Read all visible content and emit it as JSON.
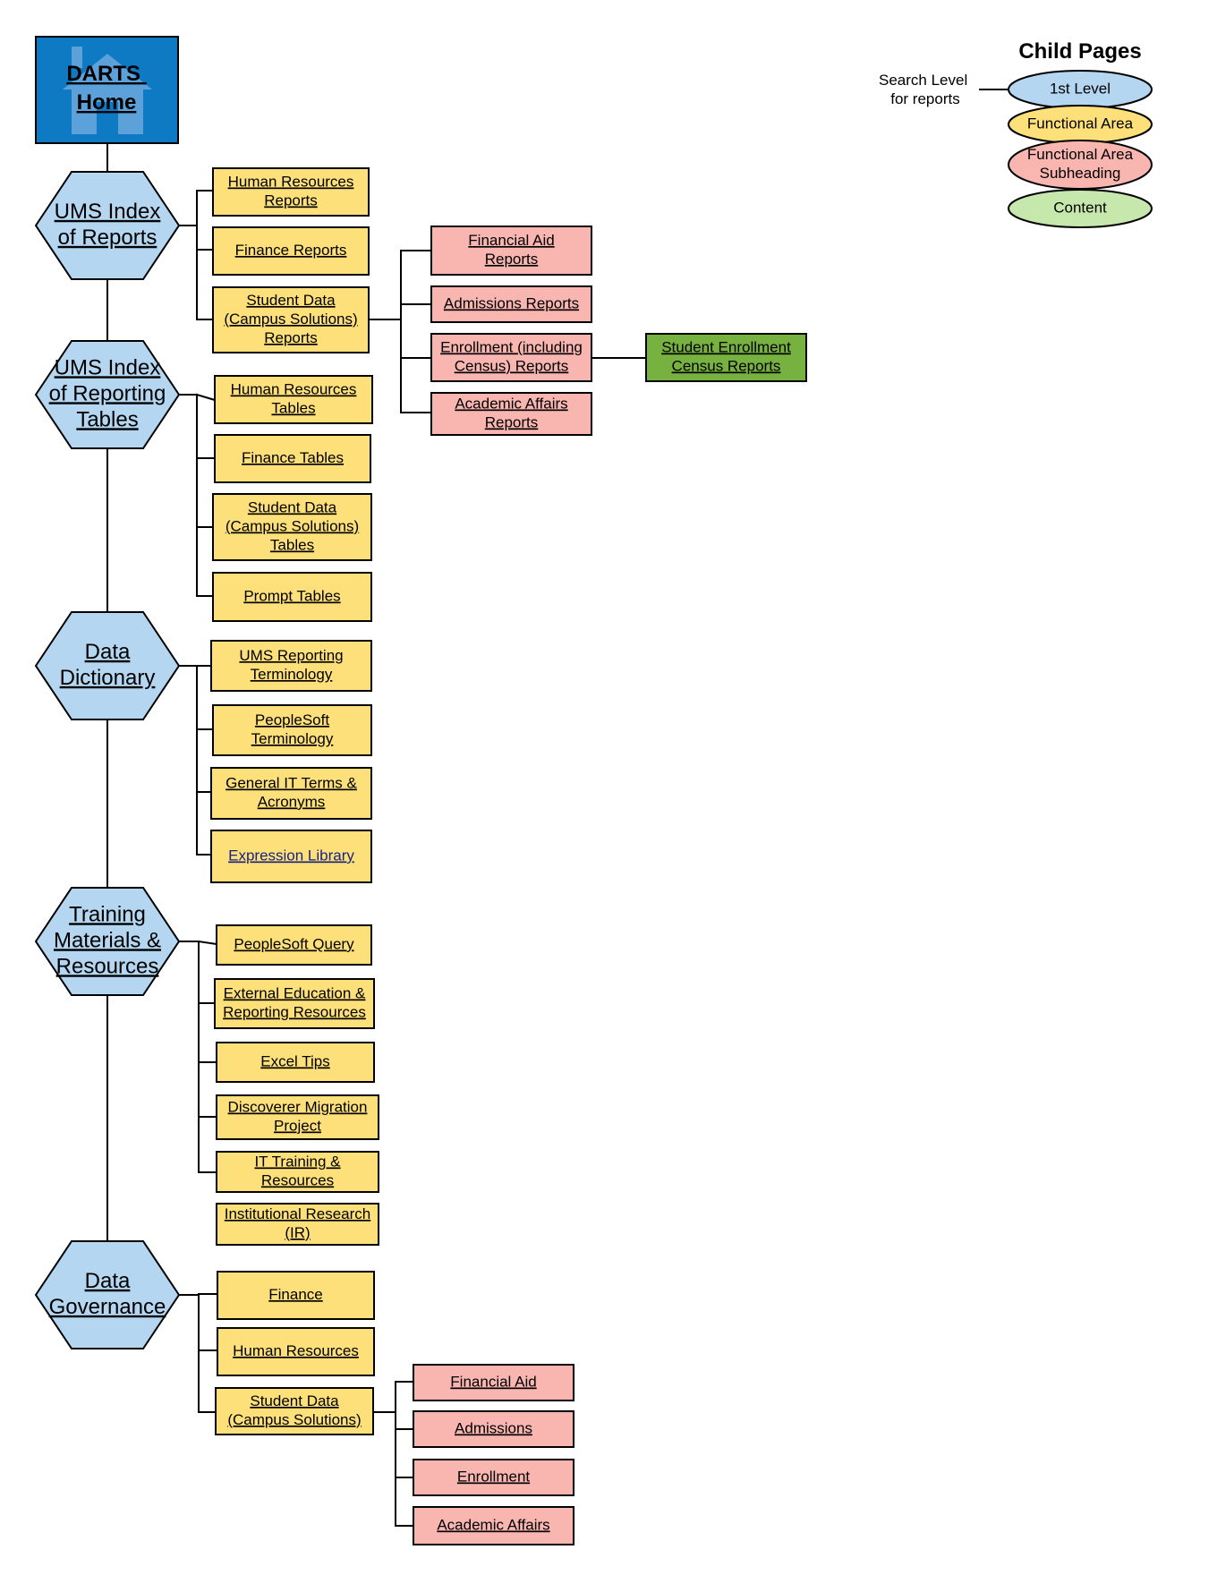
{
  "colors": {
    "home": "#0e7ac4",
    "first_level": "#b4d6f0",
    "functional_area": "#fde07a",
    "subheading": "#f9b6b0",
    "content": "#c6e8ad",
    "content_box": "#77b140",
    "line": "#000000"
  },
  "home": {
    "label": [
      "DARTS",
      "Home"
    ],
    "icon": "house-icon"
  },
  "hexagons": {
    "index_reports": [
      "UMS Index",
      "of Reports"
    ],
    "index_tables": [
      "UMS Index",
      "of Reporting",
      "Tables"
    ],
    "data_dictionary": [
      "Data",
      "Dictionary"
    ],
    "training": [
      "Training",
      "Materials &",
      "Resources"
    ],
    "data_governance": [
      "Data",
      "Governance"
    ]
  },
  "boxes": {
    "hr_reports": [
      "Human  Resources",
      "Reports"
    ],
    "finance_reports": [
      "Finance Reports"
    ],
    "student_data_reports": [
      "Student Data",
      "(Campus Solutions)",
      "Reports"
    ],
    "hr_tables": [
      "Human  Resources",
      "Tables"
    ],
    "finance_tables": [
      "Finance Tables"
    ],
    "student_data_tables": [
      "Student Data",
      "(Campus Solutions)",
      "Tables"
    ],
    "prompt_tables": [
      "Prompt Tables"
    ],
    "ums_terminology": [
      "UMS Reporting",
      "Terminology"
    ],
    "peoplesoft_terminology": [
      "PeopleSoft",
      "Terminology"
    ],
    "it_terms": [
      "General IT Terms &",
      "Acronyms"
    ],
    "expression_library": [
      "Expression Library"
    ],
    "peoplesoft_query": [
      "PeopleSoft Query"
    ],
    "external_education": [
      "External Education &",
      "Reporting Resources"
    ],
    "excel_tips": [
      "Excel Tips"
    ],
    "discoverer_migration": [
      "Discoverer Migration",
      "Project"
    ],
    "it_training": [
      "IT Training &",
      "Resources"
    ],
    "institutional_research": [
      "Institutional Research",
      "(IR)"
    ],
    "gov_finance": [
      "Finance"
    ],
    "gov_hr": [
      "Human  Resources"
    ],
    "gov_student_data": [
      "Student Data",
      "(Campus Solutions)"
    ],
    "financial_aid_reports": [
      "Financial Aid",
      "Reports"
    ],
    "admissions_reports": [
      "Admissions Reports"
    ],
    "enrollment_reports": [
      "Enrollment (including",
      "Census) Reports"
    ],
    "academic_affairs_reports": [
      "Academic Affairs",
      "Reports"
    ],
    "student_enrollment_census": [
      "Student Enrollment",
      "Census Reports"
    ],
    "gov_financial_aid": [
      "Financial Aid"
    ],
    "gov_admissions": [
      "Admissions"
    ],
    "gov_enrollment": [
      "Enrollment"
    ],
    "gov_academic_affairs": [
      "Academic Affairs"
    ]
  },
  "legend": {
    "title": "Child Pages",
    "search_note": [
      "Search Level",
      "for reports"
    ],
    "items": [
      "1st Level",
      "Functional Area",
      "Functional Area\nSubheading",
      "Content"
    ]
  }
}
